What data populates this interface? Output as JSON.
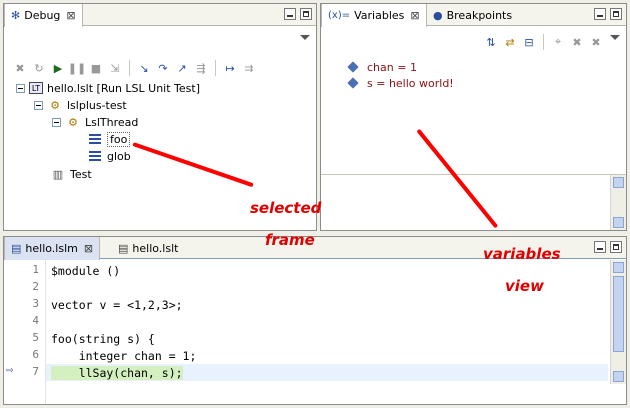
{
  "debug_view": {
    "tab_label": "Debug",
    "close_glyph": "⊠",
    "toolbar": [
      "remove-all-icon",
      "relaunch-icon",
      "resume-icon",
      "suspend-icon",
      "terminate-icon",
      "disconnect-icon",
      "step-into-icon",
      "step-over-icon",
      "step-return-icon",
      "drop-to-frame-icon",
      "step-filters-icon",
      "use-step-filter-icon"
    ],
    "tree": [
      {
        "label": "hello.lslt [Run LSL Unit Test]",
        "icon": "launch-icon"
      },
      {
        "label": "lslplus-test",
        "icon": "debug-target-icon"
      },
      {
        "label": "LslThread",
        "icon": "thread-icon"
      },
      {
        "label": "foo",
        "icon": "stack-frame-icon",
        "selected": true
      },
      {
        "label": "glob",
        "icon": "stack-frame-icon"
      },
      {
        "label": "Test",
        "icon": "process-icon"
      }
    ]
  },
  "variables_view": {
    "tabs": [
      {
        "label": "Variables",
        "prefix": "(x)=",
        "active": true
      },
      {
        "label": "Breakpoints",
        "active": false
      }
    ],
    "close_glyph": "⊠",
    "items": [
      "chan = 1",
      "s = hello world!"
    ]
  },
  "editor": {
    "tabs": [
      {
        "label": "hello.lslm",
        "active": true
      },
      {
        "label": "hello.lslt",
        "active": false
      }
    ],
    "close_glyph": "⊠",
    "lines": [
      {
        "n": "1",
        "text": "$module ()"
      },
      {
        "n": "2",
        "text": ""
      },
      {
        "n": "3",
        "text": "vector v = <1,2,3>;"
      },
      {
        "n": "4",
        "text": ""
      },
      {
        "n": "5",
        "text": "foo(string s) {"
      },
      {
        "n": "6",
        "text": "    integer chan = 1;"
      },
      {
        "n": "7",
        "text": "    llSay(chan, s);"
      }
    ],
    "current_line": "7"
  },
  "annotations": {
    "selected_frame_1": "selected",
    "selected_frame_2": "frame",
    "variables_view_1": "variables",
    "variables_view_2": "view",
    "color": "#ff0000"
  }
}
